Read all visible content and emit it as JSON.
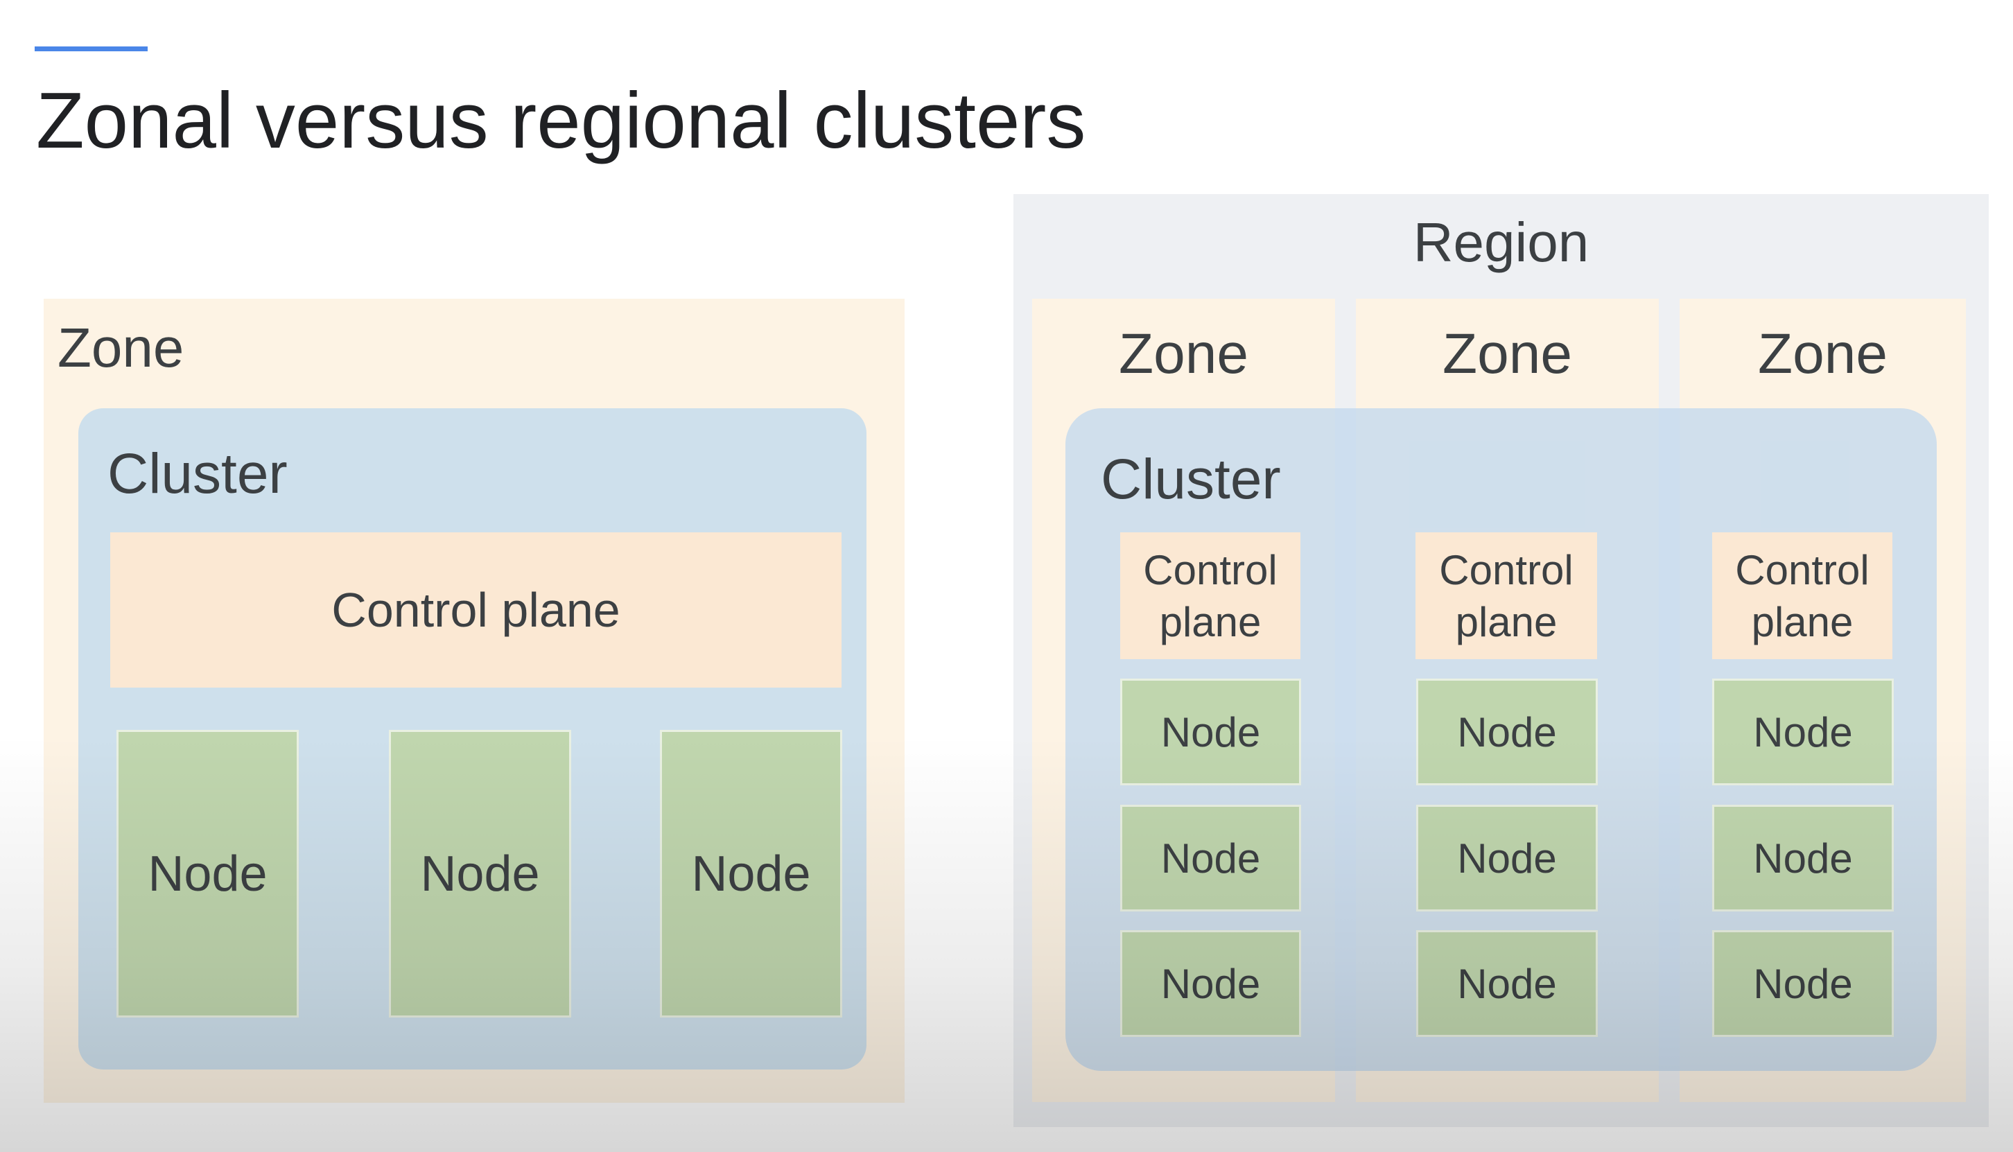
{
  "title": "Zonal versus regional clusters",
  "colors": {
    "accent": "#4a86e8",
    "zone": "#fdf3e4",
    "region": "#eef0f3",
    "cluster": "#cee0ec",
    "control_plane": "#fbe8d3",
    "node": "#c0d6ae"
  },
  "zonal": {
    "zone_label": "Zone",
    "cluster_label": "Cluster",
    "control_plane_label": "Control plane",
    "nodes": [
      "Node",
      "Node",
      "Node"
    ]
  },
  "regional": {
    "region_label": "Region",
    "cluster_label": "Cluster",
    "zones": [
      {
        "label": "Zone",
        "control_plane_label": "Control\nplane",
        "nodes": [
          "Node",
          "Node",
          "Node"
        ]
      },
      {
        "label": "Zone",
        "control_plane_label": "Control\nplane",
        "nodes": [
          "Node",
          "Node",
          "Node"
        ]
      },
      {
        "label": "Zone",
        "control_plane_label": "Control\nplane",
        "nodes": [
          "Node",
          "Node",
          "Node"
        ]
      }
    ]
  }
}
